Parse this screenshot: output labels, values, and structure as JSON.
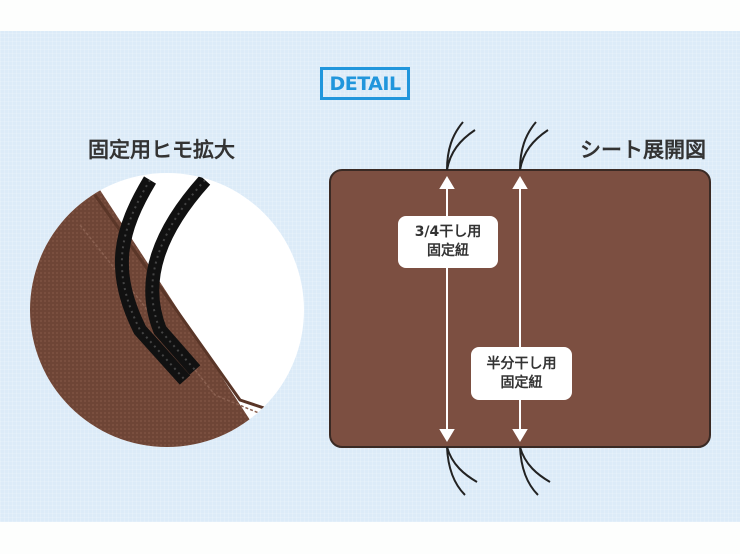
{
  "badge": "DETAIL",
  "left_title": "固定用ヒモ拡大",
  "right_title": "シート展開図",
  "labels": [
    {
      "line1": "3/4干し用",
      "line2": "固定紐"
    },
    {
      "line1": "半分干し用",
      "line2": "固定紐"
    }
  ],
  "colors": {
    "band": "#dcebf8",
    "accent": "#2196dc",
    "sheet": "#7c4f41",
    "fabric": "#6b4333"
  }
}
